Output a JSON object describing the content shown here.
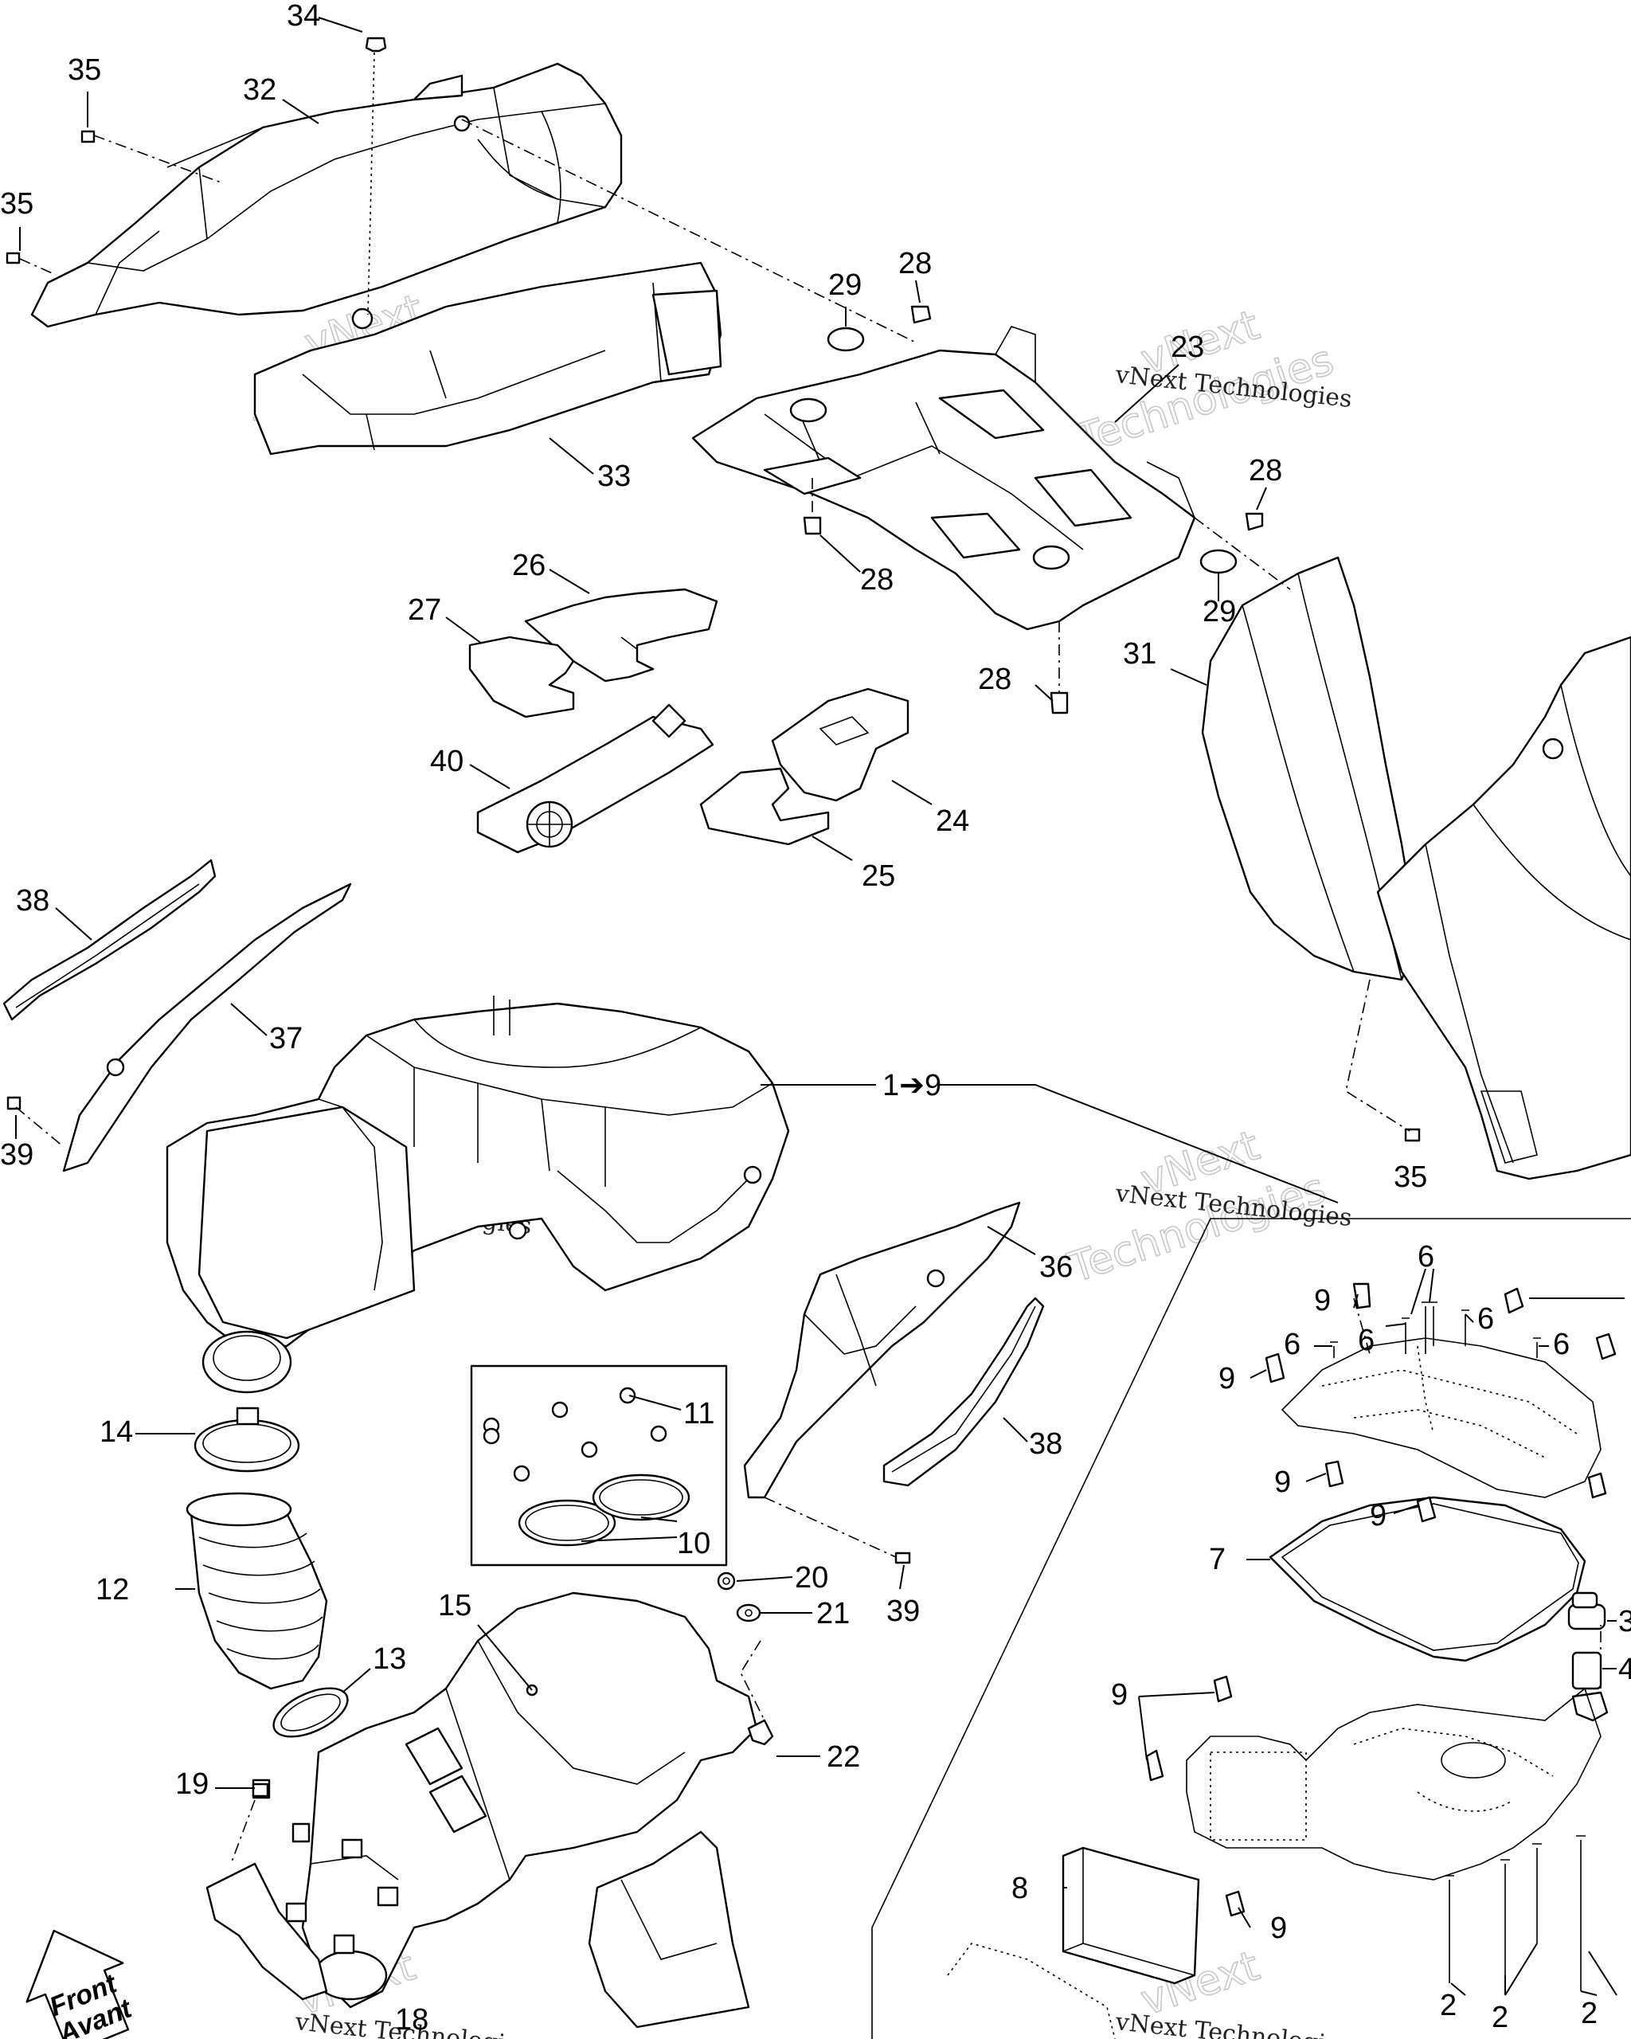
{
  "callouts": [
    {
      "label": "34"
    },
    {
      "label": "35"
    },
    {
      "label": "32"
    },
    {
      "label": "35"
    },
    {
      "label": "29"
    },
    {
      "label": "28"
    },
    {
      "label": "23"
    },
    {
      "label": "28"
    },
    {
      "label": "33"
    },
    {
      "label": "28"
    },
    {
      "label": "29"
    },
    {
      "label": "26"
    },
    {
      "label": "27"
    },
    {
      "label": "31"
    },
    {
      "label": "28"
    },
    {
      "label": "40"
    },
    {
      "label": "24"
    },
    {
      "label": "25"
    },
    {
      "label": "38"
    },
    {
      "label": "37"
    },
    {
      "label": "39"
    },
    {
      "label": "1➔9"
    },
    {
      "label": "35"
    },
    {
      "label": "36"
    },
    {
      "label": "11"
    },
    {
      "label": "14"
    },
    {
      "label": "10"
    },
    {
      "label": "38"
    },
    {
      "label": "12"
    },
    {
      "label": "20"
    },
    {
      "label": "21"
    },
    {
      "label": "39"
    },
    {
      "label": "15"
    },
    {
      "label": "13"
    },
    {
      "label": "22"
    },
    {
      "label": "19"
    },
    {
      "label": "18"
    },
    {
      "label": "9"
    },
    {
      "label": "6"
    },
    {
      "label": "6"
    },
    {
      "label": "6"
    },
    {
      "label": "6"
    },
    {
      "label": "6"
    },
    {
      "label": "9"
    },
    {
      "label": "9"
    },
    {
      "label": "9"
    },
    {
      "label": "7"
    },
    {
      "label": "3"
    },
    {
      "label": "4"
    },
    {
      "label": "9"
    },
    {
      "label": "8"
    },
    {
      "label": "9"
    },
    {
      "label": "2"
    },
    {
      "label": "2"
    },
    {
      "label": "2"
    }
  ],
  "front_label": {
    "line1": "Front",
    "line2": "Avant"
  },
  "watermark": {
    "text": "vNext Technologies",
    "word1": "vNext",
    "word2": "Technologies"
  }
}
